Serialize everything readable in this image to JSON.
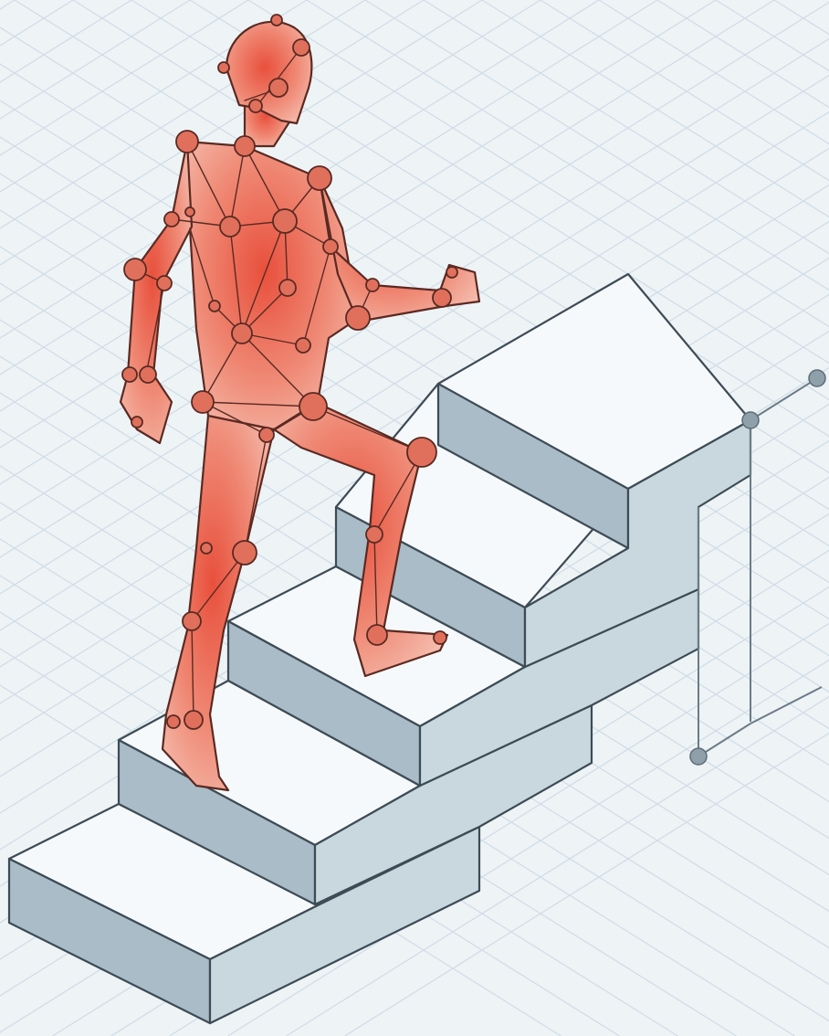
{
  "colors": {
    "background": "#eef3f6",
    "grid": "#cfdde6",
    "step_top": "#f6f9fb",
    "step_side": "#a9bcc7",
    "step_front": "#c9d7df",
    "outline": "#3d4b55",
    "figure_fill": "#ef8a76",
    "figure_light": "#f6b8a8",
    "figure_stroke": "#5a2a22",
    "joint": "#e0705c",
    "guide_line": "#6b7c87",
    "guide_dot": "#8fa0ab"
  },
  "scene": {
    "subject": "human-figure-with-joint-markers",
    "object": "isometric-staircase",
    "step_count": 4
  }
}
